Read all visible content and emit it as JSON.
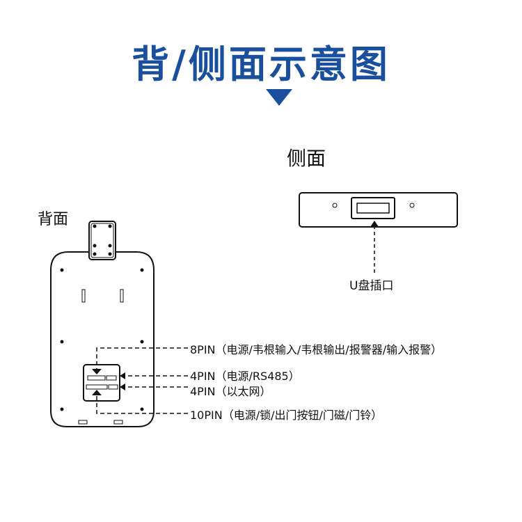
{
  "title": "背/侧面示意图",
  "colors": {
    "accent": "#1a4f9e",
    "line": "#111111"
  },
  "side_view": {
    "label": "侧面",
    "port_label": "U盘插口"
  },
  "back_view": {
    "label": "背面",
    "connectors": [
      "8PIN（电源/韦根输入/韦根输出/报警器/输入报警）",
      "4PIN（电源/RS485）",
      "4PIN（以太网）",
      "10PIN（电源/锁/出门按钮/门磁/门铃）"
    ]
  }
}
